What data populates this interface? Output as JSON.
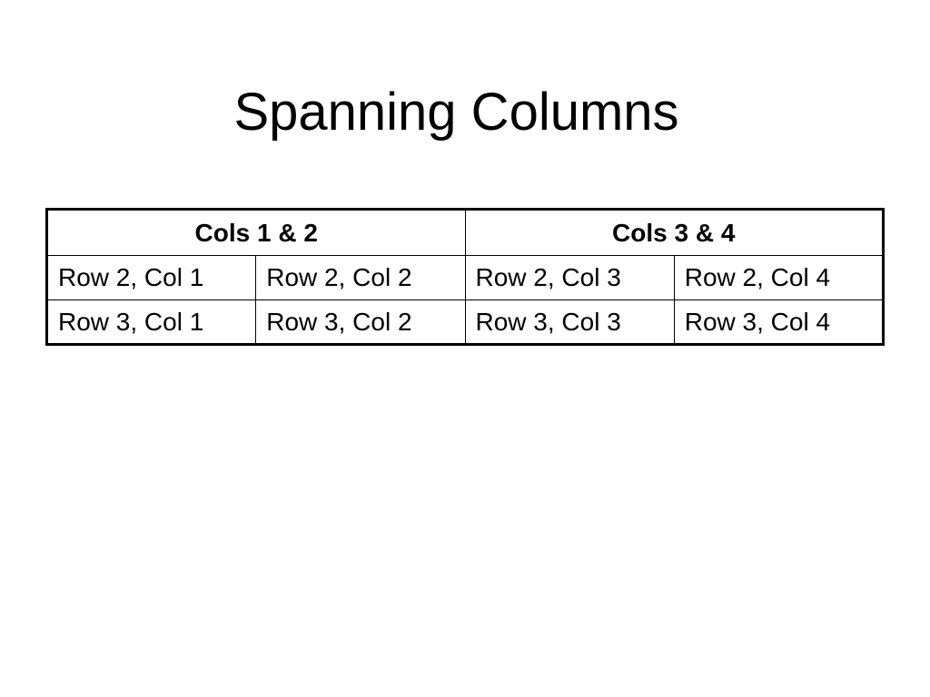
{
  "slide": {
    "title": "Spanning Columns"
  },
  "table": {
    "header": [
      {
        "label": "Cols 1 & 2",
        "span": 2
      },
      {
        "label": "Cols 3 & 4",
        "span": 2
      }
    ],
    "rows": [
      [
        "Row 2, Col 1",
        "Row 2, Col 2",
        "Row 2, Col 3",
        "Row 2, Col 4"
      ],
      [
        "Row 3, Col 1",
        "Row 3, Col 2",
        "Row 3, Col 3",
        "Row 3, Col 4"
      ]
    ]
  }
}
